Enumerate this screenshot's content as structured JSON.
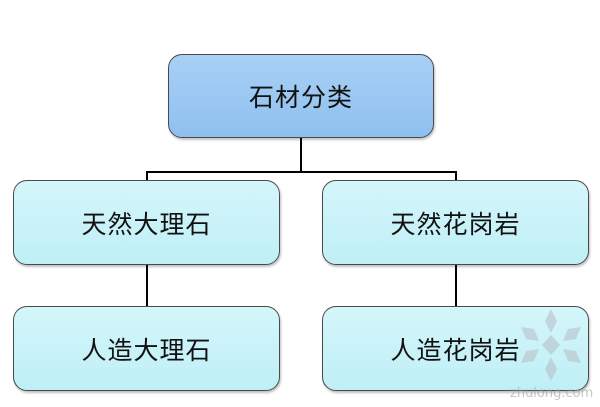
{
  "diagram": {
    "root": {
      "label": "石材分类"
    },
    "children": [
      {
        "label": "天然大理石"
      },
      {
        "label": "天然花岗岩"
      },
      {
        "label": "人造大理石"
      },
      {
        "label": "人造花岗岩"
      }
    ]
  },
  "watermark": {
    "text": "zhulong.com"
  },
  "colors": {
    "root_fill": "#99c7f2",
    "child_fill": "#c9f2f8",
    "border": "#4a4a4a",
    "connector": "#000000"
  }
}
